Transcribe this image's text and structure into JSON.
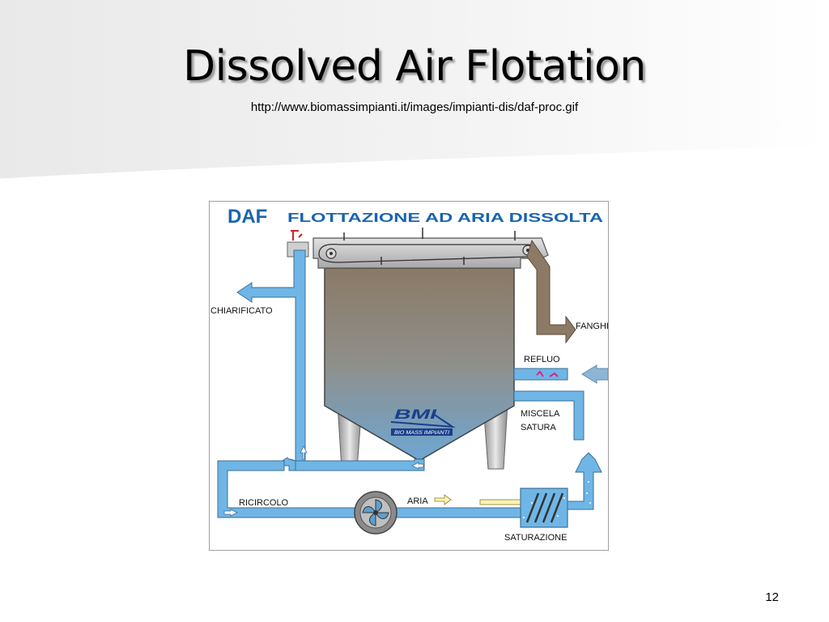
{
  "slide": {
    "title": "Dissolved Air Flotation",
    "source_url": "http://www.biomassimpianti.it/images/impianti-dis/daf-proc.gif",
    "page_number": "12"
  },
  "diagram": {
    "heading_abbr": "DAF",
    "heading_text": "FLOTTAZIONE AD ARIA DISSOLTA",
    "labels": {
      "chiarificato": "CHIARIFICATO",
      "fanghi": "FANGHI",
      "refluo": "REFLUO",
      "miscela": "MISCELA",
      "satura": "SATURA",
      "ricircolo": "RICIRCOLO",
      "aria": "ARIA",
      "saturazione": "SATURAZIONE"
    },
    "logo": {
      "letters": "BMI",
      "caption": "BIO MASS IMPIANTI"
    },
    "colors": {
      "water": "#6fb6e6",
      "water_outline": "#3d6f96",
      "sludge": "#8c7a67",
      "heading": "#1a64b0"
    }
  }
}
